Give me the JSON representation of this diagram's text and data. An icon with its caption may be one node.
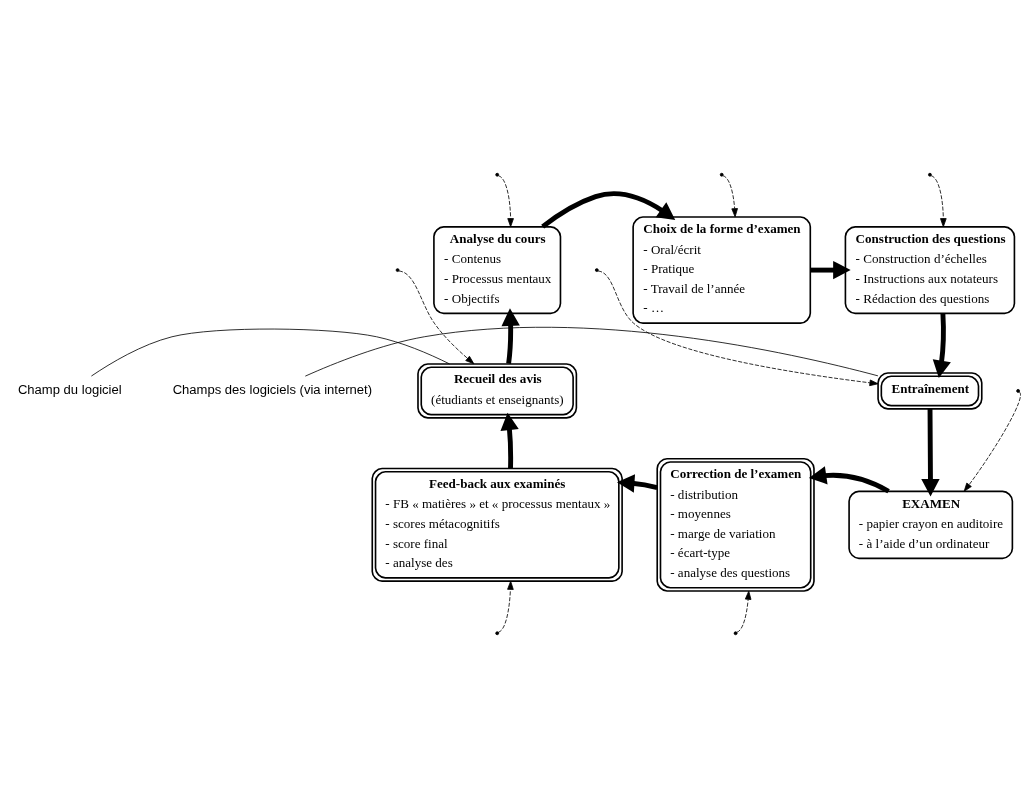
{
  "diagram": {
    "nodes": [
      {
        "text": [
          "Analyse du cours",
          "- Contenus",
          "- Processus mentaux",
          "- Objectifs"
        ]
      },
      {
        "text": [
          "Choix de la forme d’examen",
          "- Oral/écrit",
          "- Pratique",
          "- Travail de l’année",
          "- …"
        ]
      },
      {
        "text": [
          "Construction des questions",
          "- Construction d’échelles",
          "- Instructions aux notateurs",
          "- Rédaction des questions"
        ]
      },
      {
        "text": [
          "Recueil des avis",
          "(étudiants et enseignants)"
        ]
      },
      {
        "text": [
          "Champ du logiciel"
        ]
      },
      {
        "text": [
          "Champs des logiciels (via internet)"
        ]
      },
      {
        "text": [
          "Entraînement"
        ]
      },
      {
        "text": [
          "Feed-back aux examinés",
          "- FB « matières » et « processus mentaux »",
          "- scores métacognitifs",
          "- score final",
          "- analyse des"
        ]
      },
      {
        "text": [
          "Correction de l’examen",
          "- distribution",
          "- moyennes",
          "- marge de variation",
          "- écart-type",
          "- analyse des questions"
        ]
      },
      {
        "text": [
          "EXAMEN",
          "- papier crayon en auditoire",
          "- à l’aide d’un ordinateur"
        ]
      }
    ],
    "edges": [
      {
        "from": 0,
        "to": 1,
        "arrow": "to",
        "style": "thick"
      },
      {
        "from": 1,
        "to": 2,
        "arrow": "to",
        "style": "thick"
      },
      {
        "from": 2,
        "to": 6,
        "arrow": "to",
        "style": "thick"
      },
      {
        "from": 6,
        "to": 9,
        "arrow": "to",
        "style": "thick"
      },
      {
        "from": 9,
        "to": 8,
        "arrow": "to",
        "style": "thick"
      },
      {
        "from": 8,
        "to": 7,
        "arrow": "to",
        "style": "thick"
      },
      {
        "from": 7,
        "to": 3,
        "arrow": "to",
        "style": "thick"
      },
      {
        "from": 3,
        "to": 0,
        "arrow": "to",
        "style": "thick"
      },
      {
        "from": 4,
        "to": 3,
        "arrow": "none"
      },
      {
        "from": 5,
        "to": 6,
        "arrow": "none"
      },
      {
        "from": null,
        "to": 0,
        "arrow": "to",
        "style": "dashed"
      },
      {
        "from": null,
        "to": 1,
        "arrow": "to",
        "style": "dashed"
      },
      {
        "from": null,
        "to": 2,
        "arrow": "to",
        "style": "dashed"
      },
      {
        "from": null,
        "to": 3,
        "arrow": "to",
        "style": "dashed"
      },
      {
        "from": null,
        "to": 6,
        "arrow": "to",
        "style": "dashed"
      },
      {
        "from": null,
        "to": 9,
        "arrow": "to",
        "style": "dashed"
      },
      {
        "from": null,
        "to": 7,
        "arrow": "to",
        "style": "dashed"
      },
      {
        "from": null,
        "to": 8,
        "arrow": "to",
        "style": "dashed"
      }
    ]
  }
}
